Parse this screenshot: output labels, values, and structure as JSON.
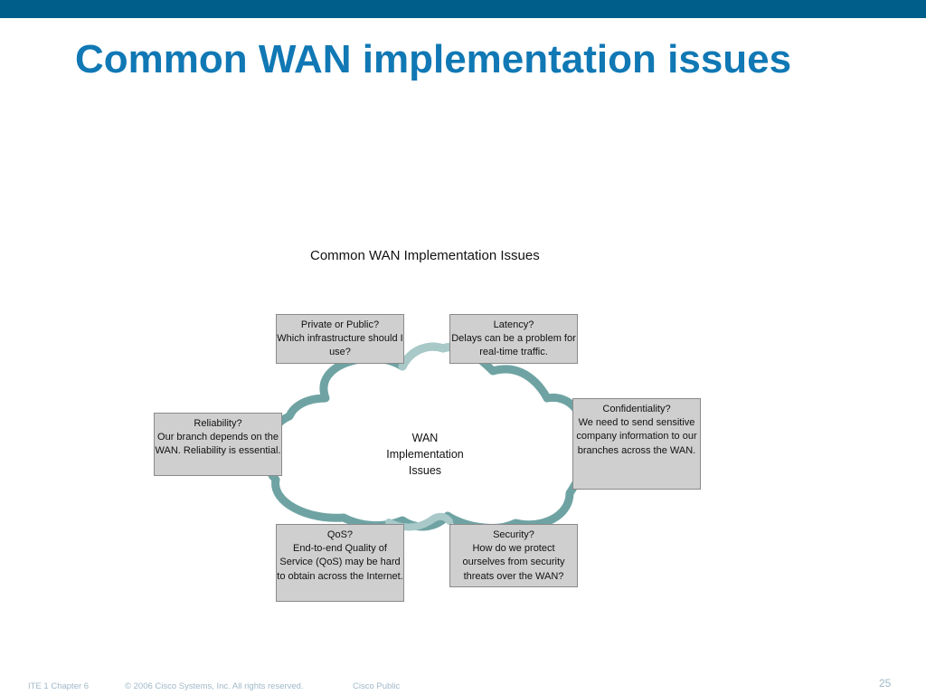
{
  "colors": {
    "top_band": "#005e8a",
    "title": "#1078b4",
    "cloud_dark": "#6fa3a3",
    "cloud_light": "#a9c9c9",
    "box_fill": "#cfcfcf"
  },
  "slide": {
    "title": "Common WAN implementation issues"
  },
  "diagram": {
    "title": "Common WAN Implementation Issues",
    "center": {
      "line1": "WAN",
      "line2": "Implementation",
      "line3": "Issues"
    },
    "boxes": {
      "private": {
        "title": "Private or Public?",
        "desc": "Which infrastructure should I use?"
      },
      "latency": {
        "title": "Latency?",
        "desc": "Delays can be a problem for real-time traffic."
      },
      "reliability": {
        "title": "Reliability?",
        "desc": "Our branch depends on the WAN. Reliability is essential."
      },
      "confidentiality": {
        "title": "Confidentiality?",
        "desc": "We need to send sensitive company information to our branches across the WAN."
      },
      "qos": {
        "title": "QoS?",
        "desc": "End-to-end Quality of Service (QoS) may be hard to obtain across the Internet."
      },
      "security": {
        "title": "Security?",
        "desc": "How do we protect ourselves from security threats over the WAN?"
      }
    }
  },
  "footer": {
    "chapter": "ITE 1 Chapter 6",
    "copyright": "© 2006 Cisco Systems, Inc. All rights reserved.",
    "classification": "Cisco Public",
    "page": "25"
  }
}
